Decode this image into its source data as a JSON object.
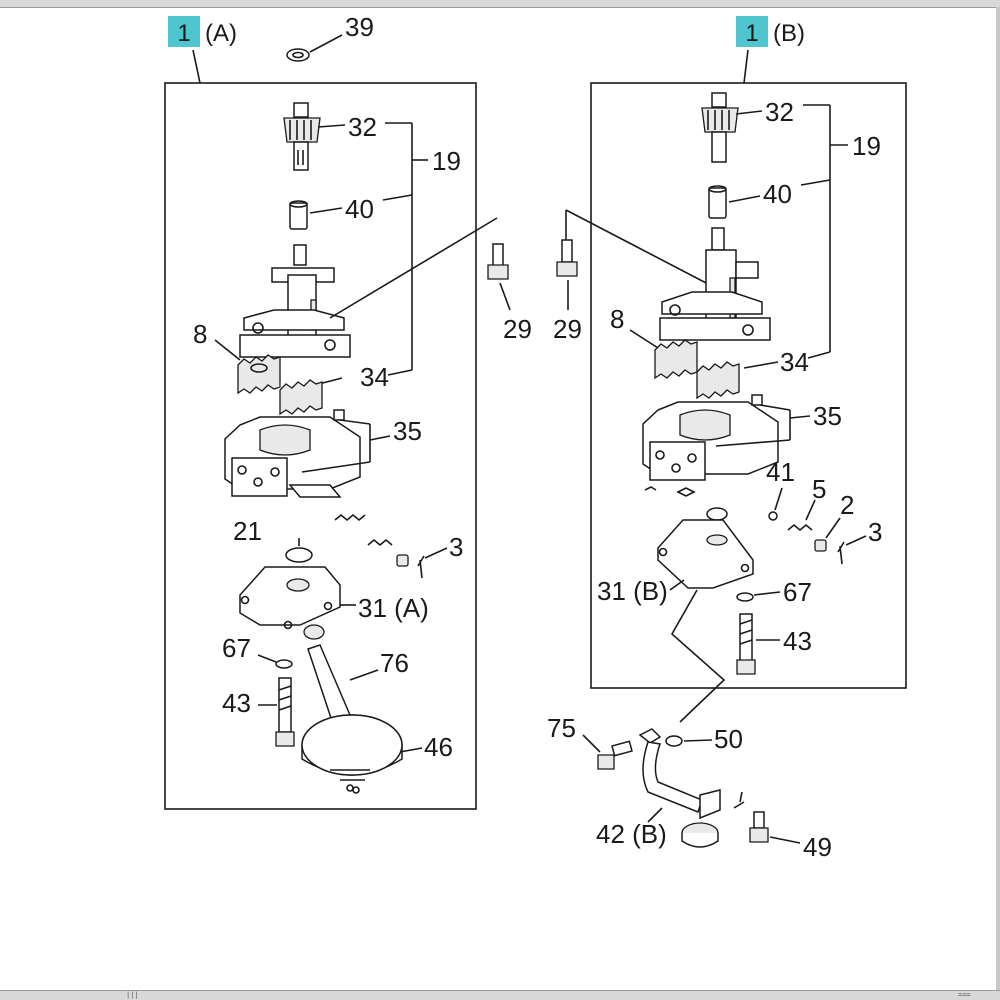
{
  "diagram": {
    "assembly_a": {
      "badge": "1",
      "suffix": "(A)"
    },
    "assembly_b": {
      "badge": "1",
      "suffix": "(B)"
    },
    "badge_color": "#4fc6cf",
    "labels": {
      "a_39": "39",
      "a_32": "32",
      "a_19": "19",
      "a_40": "40",
      "a_8": "8",
      "a_34": "34",
      "a_35": "35",
      "a_21": "21",
      "a_3": "3",
      "a_31": "31 (A)",
      "a_67": "67",
      "a_76": "76",
      "a_43": "43",
      "a_46": "46",
      "m_29a": "29",
      "m_29b": "29",
      "b_32": "32",
      "b_19": "19",
      "b_40": "40",
      "b_8": "8",
      "b_34": "34",
      "b_35": "35",
      "b_41": "41",
      "b_5": "5",
      "b_2": "2",
      "b_3": "3",
      "b_31": "31 (B)",
      "b_67": "67",
      "b_43": "43",
      "b_75": "75",
      "b_50": "50",
      "b_42": "42 (B)",
      "b_49": "49"
    }
  }
}
